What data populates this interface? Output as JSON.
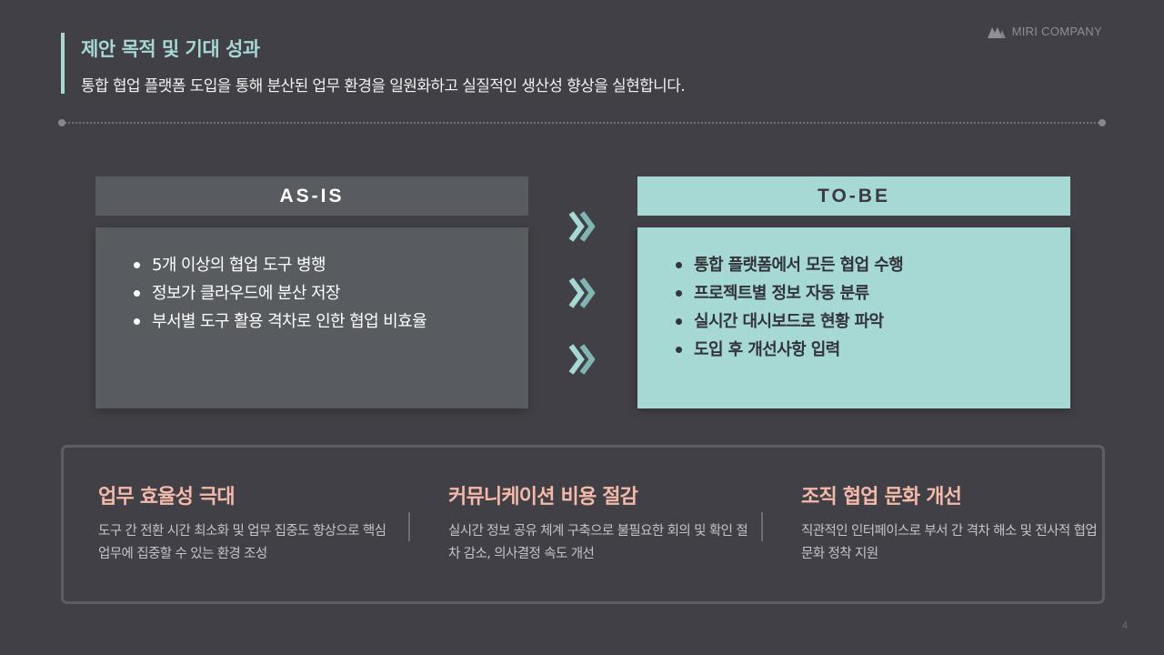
{
  "header": {
    "title": "제안 목적 및 기대 성과",
    "subtitle": "통합 협업 플랫폼 도입을 통해 분산된 업무 환경을 일원화하고 실질적인 생산성 향상을 실현합니다."
  },
  "brand": {
    "name": "MIRI COMPANY",
    "logo_icon": "mountain-logo-icon"
  },
  "colors": {
    "accent": "#a6d8d4",
    "background": "#404046",
    "asis_panel": "#585c61",
    "outcome_title": "#f4b9a8"
  },
  "asis": {
    "label": "AS-IS",
    "items": [
      "5개 이상의 협업 도구 병행",
      "정보가 클라우드에 분산 저장",
      "부서별 도구 활용 격차로 인한 협업 비효율"
    ]
  },
  "transition": {
    "icon": "double-chevron-right-icon"
  },
  "tobe": {
    "label": "TO-BE",
    "items": [
      "통합 플랫폼에서 모든 협업 수행",
      "프로젝트별 정보 자동 분류",
      "실시간 대시보드로 현황 파악",
      "도입 후 개선사항 입력"
    ]
  },
  "outcomes": [
    {
      "title": "업무 효율성 극대",
      "desc": "도구 간 전환 시간 최소화 및 업무 집중도 향상으로 핵심 업무에 집중할 수 있는 환경 조성"
    },
    {
      "title": "커뮤니케이션 비용 절감",
      "desc": "실시간 정보 공유 체계 구축으로 불필요한 회의 및 확인 절차 감소, 의사결정 속도 개선"
    },
    {
      "title": "조직 협업 문화 개선",
      "desc": "직관적인 인터페이스로 부서 간 격차 해소 및 전사적 협업 문화 정착 지원"
    }
  ],
  "page": {
    "number": "4"
  }
}
